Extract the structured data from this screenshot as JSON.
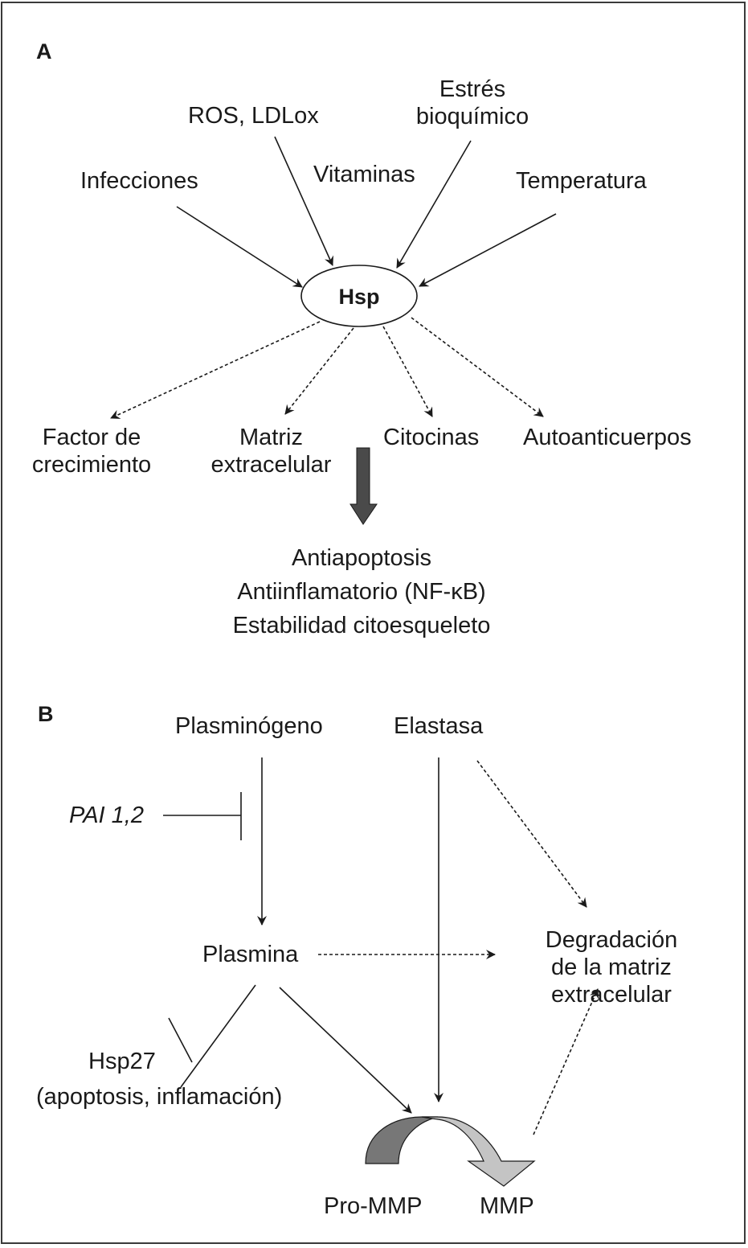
{
  "panels": {
    "a": {
      "label": "A",
      "center_node": "Hsp",
      "inputs": [
        {
          "label_lines": [
            "Infecciones"
          ]
        },
        {
          "label_lines": [
            "ROS, LDLox"
          ]
        },
        {
          "label_lines": [
            "Vitaminas"
          ]
        },
        {
          "label_lines": [
            "Estrés",
            "bioquímico"
          ]
        },
        {
          "label_lines": [
            "Temperatura"
          ]
        }
      ],
      "outputs": [
        {
          "label_lines": [
            "Factor de",
            "crecimiento"
          ]
        },
        {
          "label_lines": [
            "Matriz",
            "extracelular"
          ]
        },
        {
          "label_lines": [
            "Citocinas"
          ]
        },
        {
          "label_lines": [
            "Autoanticuerpos"
          ]
        }
      ],
      "effects": [
        "Antiapoptosis",
        "Antiinflamatorio (NF-κB)",
        "Estabilidad citoesqueleto"
      ]
    },
    "b": {
      "label": "B",
      "plasminogen": "Plasminógeno",
      "elastase": "Elastasa",
      "pai": "PAI 1,2",
      "plasmin": "Plasmina",
      "degradation_lines": [
        "Degradación",
        "de la matriz",
        "extracelular"
      ],
      "hsp27": "Hsp27",
      "hsp27_note": "(apoptosis, inflamación)",
      "pro_mmp": "Pro-MMP",
      "mmp": "MMP"
    }
  },
  "colors": {
    "line": "#1a1a1a",
    "thick_arrow": "#4a4a4a",
    "curved_dark": "#777777",
    "curved_light": "#c4c4c4"
  }
}
